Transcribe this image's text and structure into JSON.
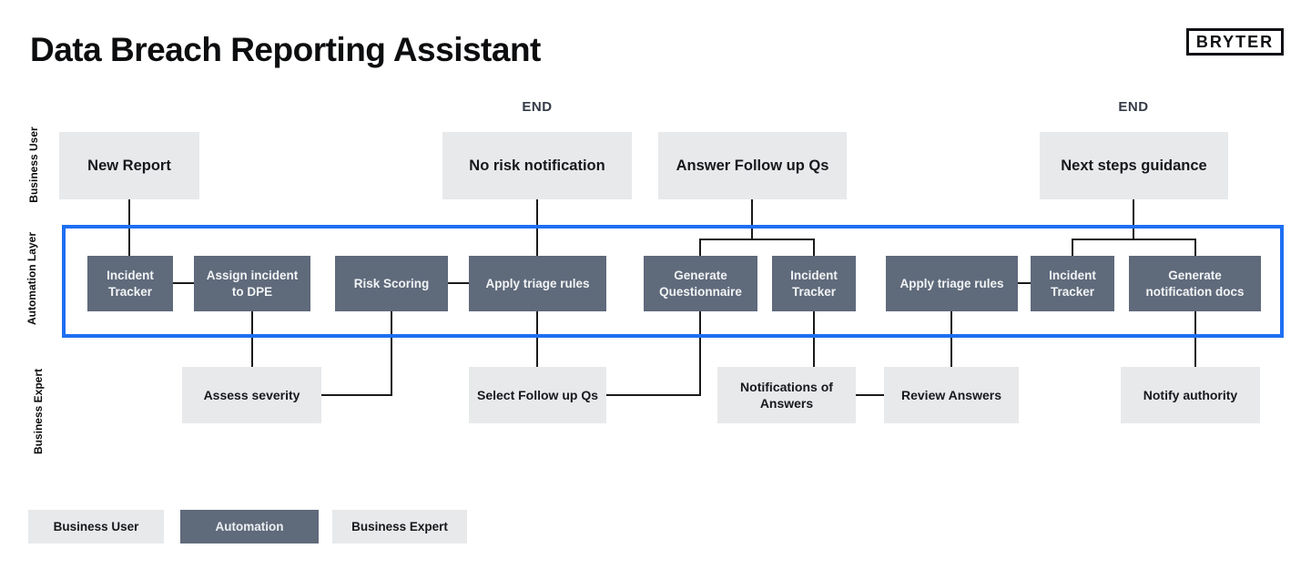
{
  "title": "Data Breach Reporting Assistant",
  "brand": {
    "logo_text": "BRYTER"
  },
  "end_markers": [
    "END",
    "END"
  ],
  "lanes": {
    "business_user": "Business User",
    "automation": "Automation Layer",
    "expert": "Business Expert"
  },
  "nodes": {
    "business_user": [
      "New Report",
      "No risk notification",
      "Answer Follow up Qs",
      "Next steps guidance"
    ],
    "automation": [
      "Incident Tracker",
      "Assign incident to DPE",
      "Risk Scoring",
      "Apply triage rules",
      "Generate Questionnaire",
      "Incident Tracker",
      "Apply triage rules",
      "Incident Tracker",
      "Generate notification docs"
    ],
    "expert": [
      "Assess severity",
      "Select Follow up Qs",
      "Notifications of Answers",
      "Review Answers",
      "Notify authority"
    ]
  },
  "legend": [
    {
      "label": "Business User",
      "style": "light"
    },
    {
      "label": "Automation",
      "style": "dark"
    },
    {
      "label": "Business Expert",
      "style": "light"
    }
  ],
  "colors": {
    "light_node": "#e7e9eb",
    "dark_node": "#5f6a7b",
    "automation_frame": "#1d6ff2",
    "connector": "#1a1a1a",
    "end_label": "#343b46"
  }
}
